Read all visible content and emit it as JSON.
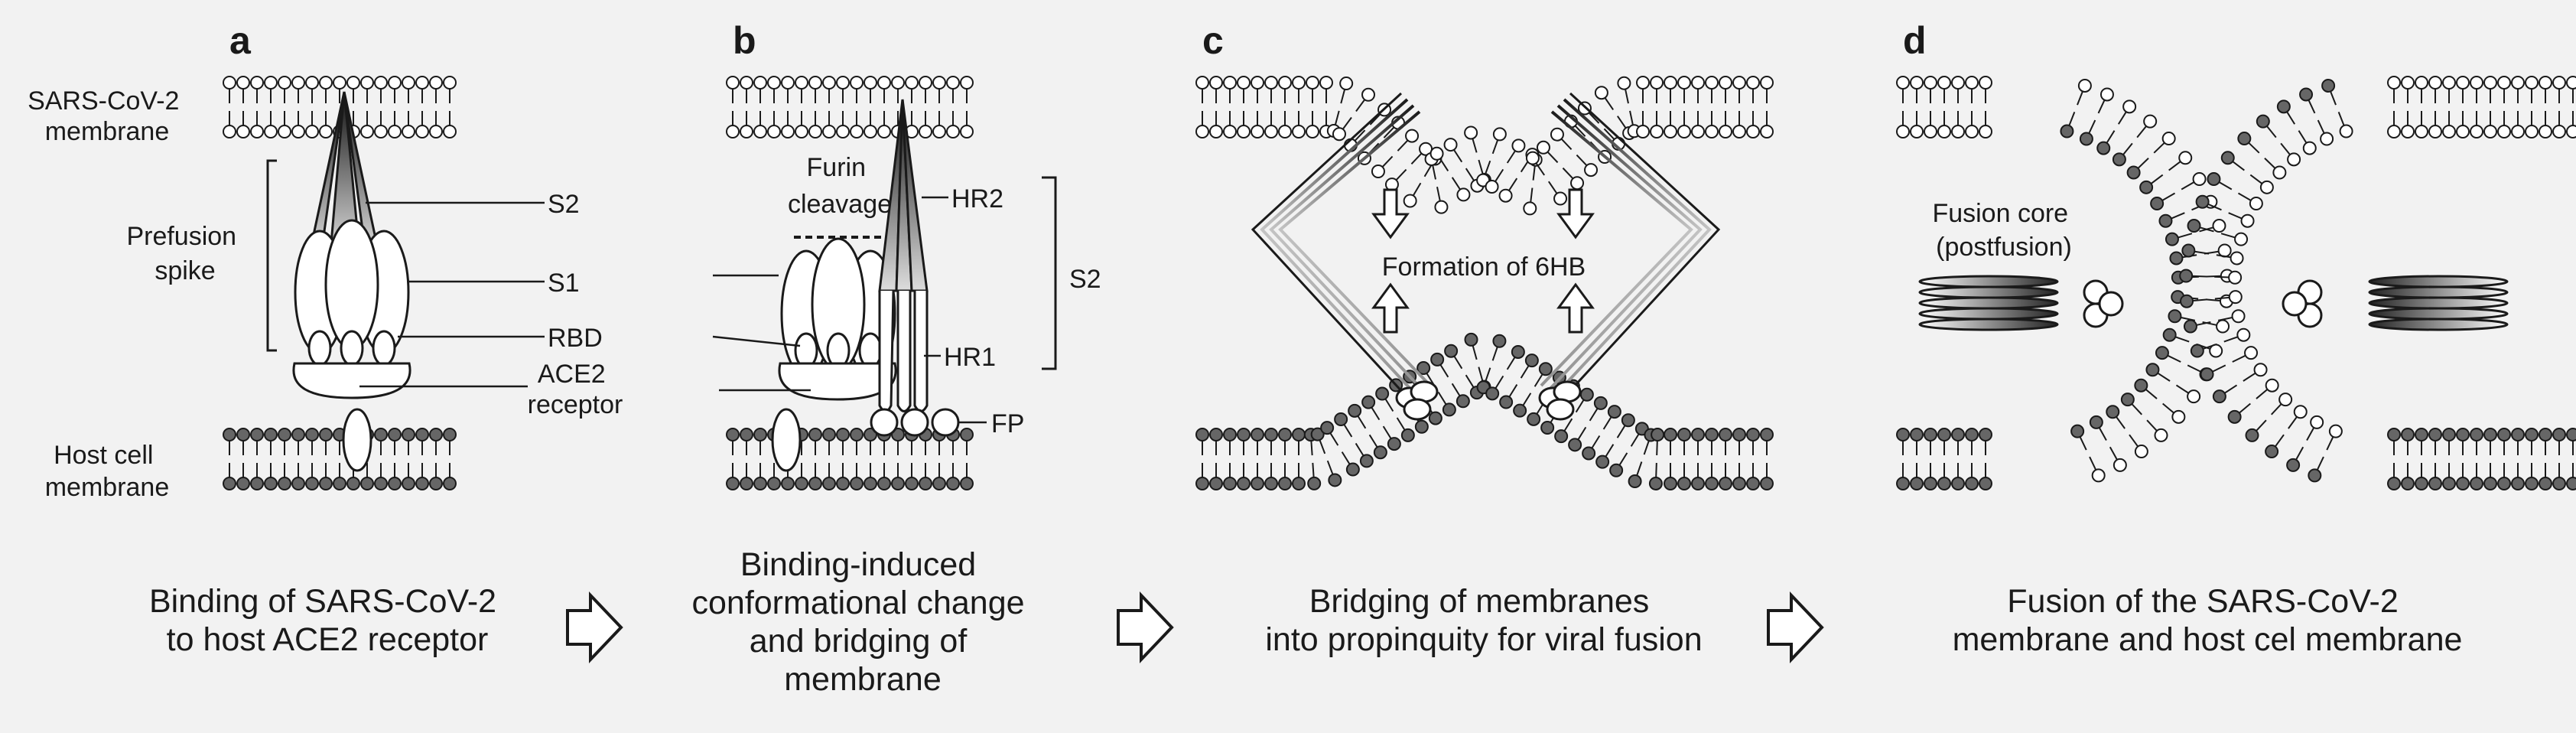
{
  "panels": {
    "a": {
      "letter": "a",
      "viral_membrane": [
        "SARS-CoV-2",
        "membrane"
      ],
      "prefusion_spike": [
        "Prefusion",
        "spike"
      ],
      "s2": "S2",
      "s1": "S1",
      "rbd": "RBD",
      "ace2": [
        "ACE2",
        "receptor"
      ],
      "host_membrane": [
        "Host cell",
        "membrane"
      ],
      "caption": [
        "Binding of SARS-CoV-2",
        "to host ACE2 receptor"
      ]
    },
    "b": {
      "letter": "b",
      "furin": [
        "Furin",
        "cleavage"
      ],
      "hr2": "HR2",
      "s2": "S2",
      "hr1": "HR1",
      "fp": "FP",
      "caption": [
        "Binding-induced",
        "conformational change",
        "and bridging of",
        "membrane"
      ]
    },
    "c": {
      "letter": "c",
      "formation": "Formation of 6HB",
      "caption": [
        "Bridging of membranes",
        "into propinquity for viral fusion"
      ]
    },
    "d": {
      "letter": "d",
      "fusion_core": [
        "Fusion core",
        "(postfusion)"
      ],
      "caption": [
        "Fusion of the SARS-CoV-2",
        "membrane and host cel membrane"
      ]
    }
  },
  "colors": {
    "background": "#f2f2f2",
    "viral_head": "#ffffff",
    "host_head": "#666666",
    "line": "#1a1a1a"
  },
  "icons": [
    "process-arrow-icon",
    "open-arrow-icon"
  ]
}
